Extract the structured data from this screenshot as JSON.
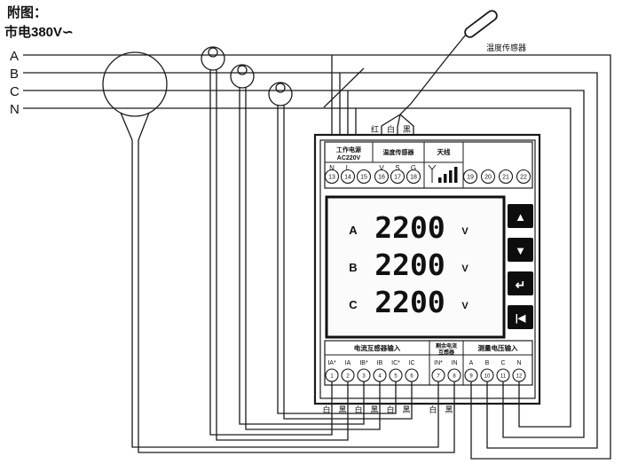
{
  "title": "附图：",
  "mains_label": "市电380V∽",
  "phases": [
    "A",
    "B",
    "C",
    "N"
  ],
  "temp_sensor": {
    "label": "温度传感器",
    "wire_labels": [
      "红",
      "白",
      "黑"
    ]
  },
  "meter": {
    "top": {
      "power_label": "工作电源",
      "power_voltage": "AC220V",
      "power_pins": [
        "N",
        "L"
      ],
      "temp_label": "温度传感器",
      "temp_pins": [
        "V",
        "S",
        "G"
      ],
      "antenna_label": "天线",
      "terminal_numbers": [
        "13",
        "14",
        "15",
        "16",
        "17",
        "18",
        "19",
        "20",
        "21",
        "22"
      ]
    },
    "display": {
      "rows": [
        {
          "phase": "A",
          "value": "2200",
          "unit": "V"
        },
        {
          "phase": "B",
          "value": "2200",
          "unit": "V"
        },
        {
          "phase": "C",
          "value": "2200",
          "unit": "V"
        }
      ]
    },
    "buttons": [
      {
        "name": "up",
        "glyph": "▲"
      },
      {
        "name": "down",
        "glyph": "▼"
      },
      {
        "name": "enter",
        "glyph": "↵"
      },
      {
        "name": "back",
        "glyph": "|◀"
      }
    ],
    "bottom": {
      "current_label": "电流互感器输入",
      "current_pins": [
        "IA*",
        "IA",
        "IB*",
        "IB",
        "IC*",
        "IC"
      ],
      "residual_label_line1": "剩余电流",
      "residual_label_line2": "互感器",
      "residual_pins": [
        "IN*",
        "IN"
      ],
      "voltage_label": "测量电压输入",
      "voltage_pins": [
        "A",
        "B",
        "C",
        "N"
      ],
      "terminal_numbers": [
        "1",
        "2",
        "3",
        "4",
        "5",
        "6",
        "7",
        "8",
        "9",
        "10",
        "11",
        "12"
      ]
    },
    "wire_labels": [
      "白",
      "黑",
      "白",
      "黑",
      "白",
      "黑",
      "白",
      "黑"
    ]
  },
  "colors": {
    "line": "#1a1a1a",
    "button_background": "#0d0d0d",
    "lcd_background": "#fbfbfb"
  }
}
